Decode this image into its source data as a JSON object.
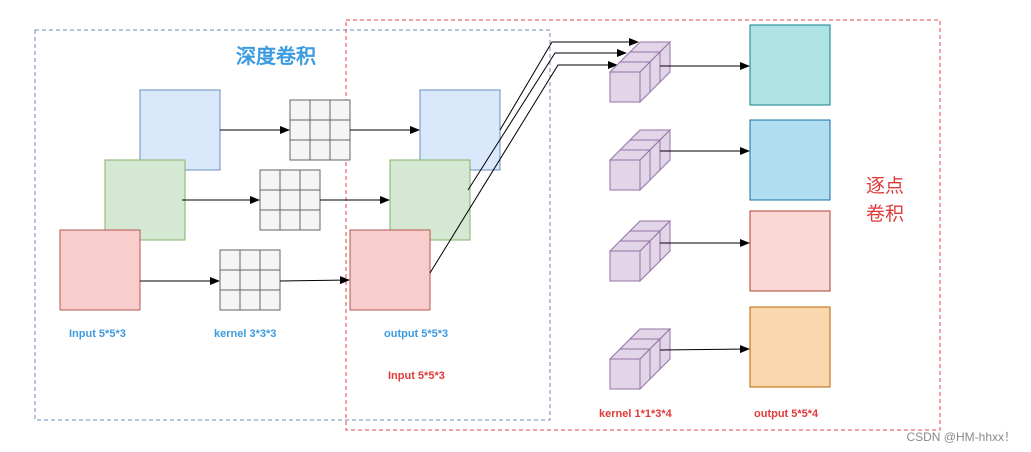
{
  "depthwise": {
    "title": "深度卷积",
    "input_label": "Input 5*5*3",
    "kernel_label": "kernel  3*3*3",
    "output_label": "output 5*5*3"
  },
  "pointwise": {
    "title_line1": "逐点",
    "title_line2": "卷积",
    "input_label": "Input 5*5*3",
    "kernel_label": "kernel  1*1*3*4",
    "output_label": "output  5*5*4"
  },
  "watermark": "CSDN @HM-hhxx！",
  "colors": {
    "blue_dash": "#6c8ebf",
    "red_dash": "#e0464b",
    "channel_blue": "#dae8fc",
    "channel_green": "#d5e8d4",
    "channel_red": "#f8cecc",
    "kernel_fill": "#f5f5f5",
    "cube_fill": "#e1d5e7",
    "cube_stroke": "#9673a6",
    "out_teal": "#b0e3e6",
    "out_blue": "#b1ddf0",
    "out_pink": "#fad9d5",
    "out_orange": "#fad7ac"
  }
}
